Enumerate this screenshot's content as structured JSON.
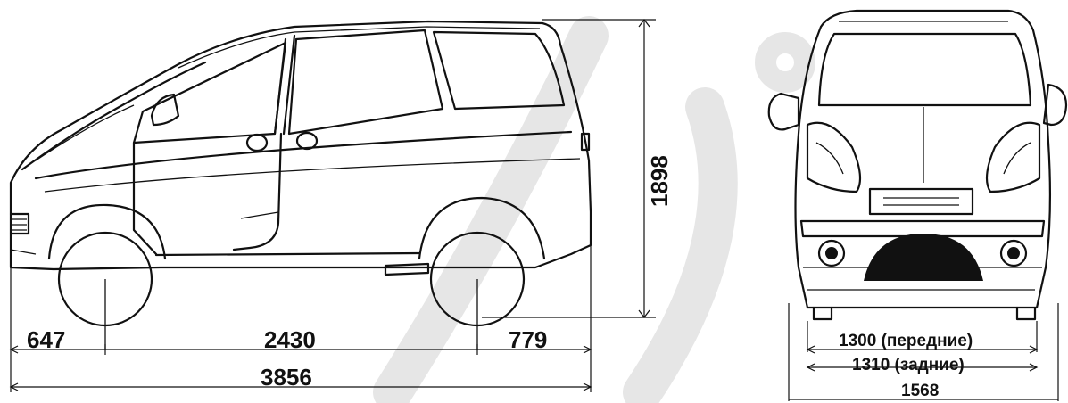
{
  "dimensions": {
    "front_overhang": "647",
    "wheelbase": "2430",
    "rear_overhang": "779",
    "overall_length": "3856",
    "height": "1898",
    "front_track": "1300 (передние)",
    "rear_track": "1310 (задние)",
    "overall_width": "1568"
  },
  "colors": {
    "line": "#111111",
    "background": "#ffffff",
    "watermark": "#e6e6e6"
  }
}
